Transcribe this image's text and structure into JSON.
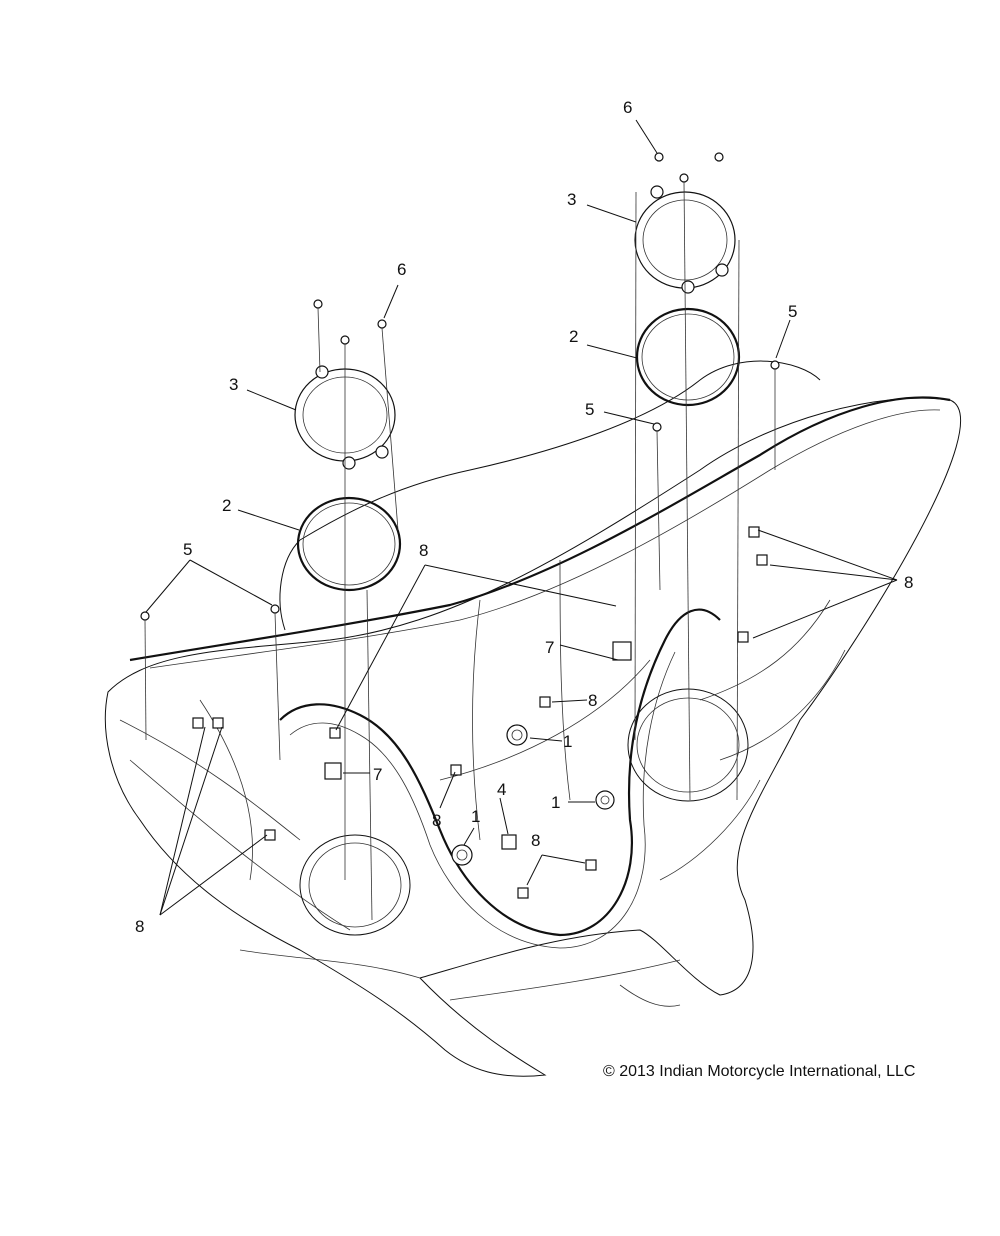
{
  "callouts": {
    "c6_right": "6",
    "c3_right": "3",
    "c2_right": "2",
    "c5_right_top": "5",
    "c5_right_mid": "5",
    "c6_left": "6",
    "c3_left": "3",
    "c2_left": "2",
    "c5_left": "5",
    "c8_top": "8",
    "c8_right": "8",
    "c7_upper": "7",
    "c8_mid": "8",
    "c1_upper": "1",
    "c7_lower": "7",
    "c8_left_mid": "8",
    "c4": "4",
    "c1_right": "1",
    "c1_lower": "1",
    "c8_lower": "8",
    "c8_left_bottom": "8"
  },
  "copyright": "© 2013 Indian Motorcycle International, LLC"
}
